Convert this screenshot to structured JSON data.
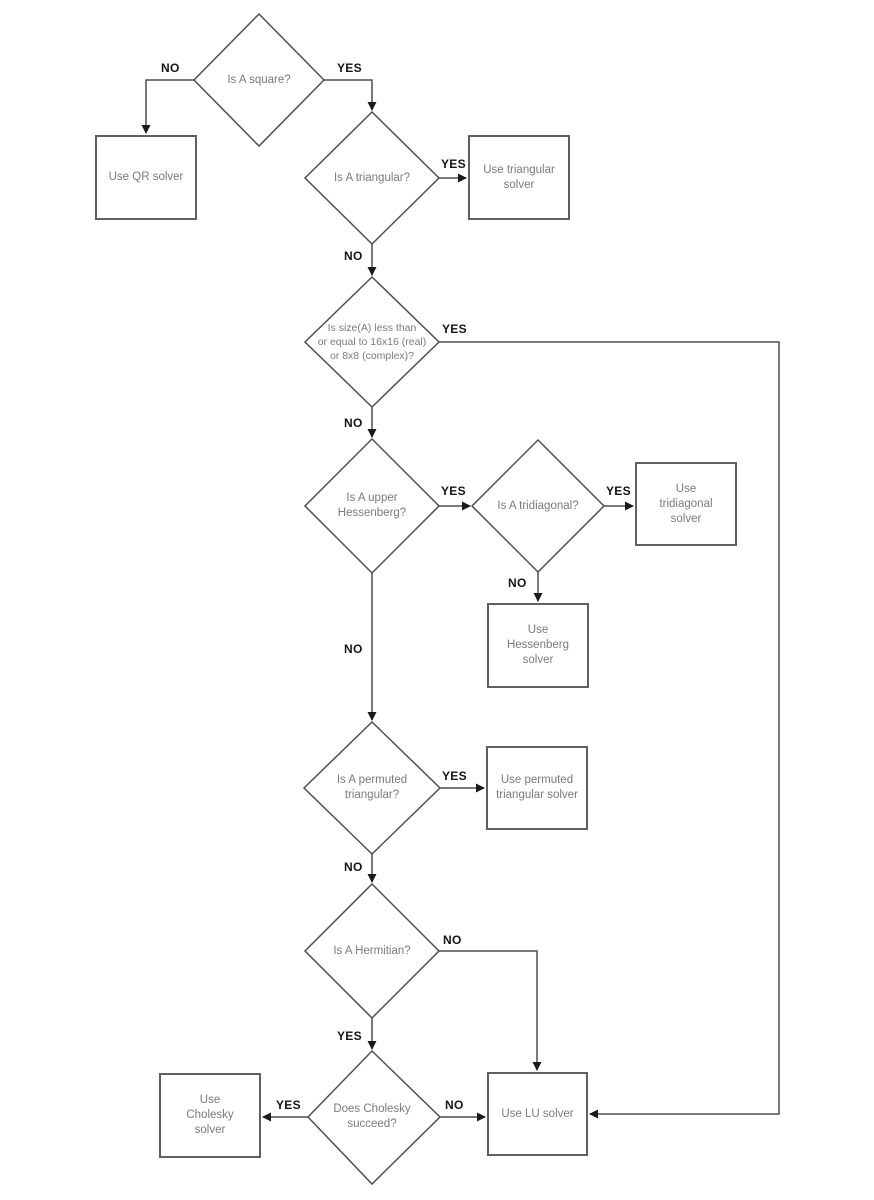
{
  "labels": {
    "yes": "YES",
    "no": "NO"
  },
  "nodes": {
    "q_square": "Is A square?",
    "q_triangular": "Is A triangular?",
    "q_size": [
      "Is size(A) less than",
      "or equal to 16x16 (real)",
      "or 8x8 (complex)?"
    ],
    "q_hessenberg": [
      "Is A upper",
      "Hessenberg?"
    ],
    "q_tridiagonal": "Is A tridiagonal?",
    "q_permuted": [
      "Is A permuted",
      "triangular?"
    ],
    "q_hermitian": "Is A Hermitian?",
    "q_cholesky": [
      "Does Cholesky",
      "succeed?"
    ],
    "use_qr": "Use QR solver",
    "use_triangular": [
      "Use triangular",
      "solver"
    ],
    "use_tridiagonal": [
      "Use",
      "tridiagonal",
      "solver"
    ],
    "use_hessenberg": [
      "Use",
      "Hessenberg",
      "solver"
    ],
    "use_permuted": [
      "Use permuted",
      "triangular solver"
    ],
    "use_cholesky": [
      "Use",
      "Cholesky",
      "solver"
    ],
    "use_lu": "Use LU solver"
  },
  "edges": [
    {
      "from": "q_square",
      "label": "NO",
      "to": "use_qr"
    },
    {
      "from": "q_square",
      "label": "YES",
      "to": "q_triangular"
    },
    {
      "from": "q_triangular",
      "label": "YES",
      "to": "use_triangular"
    },
    {
      "from": "q_triangular",
      "label": "NO",
      "to": "q_size"
    },
    {
      "from": "q_size",
      "label": "YES",
      "to": "use_lu"
    },
    {
      "from": "q_size",
      "label": "NO",
      "to": "q_hessenberg"
    },
    {
      "from": "q_hessenberg",
      "label": "YES",
      "to": "q_tridiagonal"
    },
    {
      "from": "q_hessenberg",
      "label": "NO",
      "to": "q_permuted"
    },
    {
      "from": "q_tridiagonal",
      "label": "YES",
      "to": "use_tridiagonal"
    },
    {
      "from": "q_tridiagonal",
      "label": "NO",
      "to": "use_hessenberg"
    },
    {
      "from": "q_permuted",
      "label": "YES",
      "to": "use_permuted"
    },
    {
      "from": "q_permuted",
      "label": "NO",
      "to": "q_hermitian"
    },
    {
      "from": "q_hermitian",
      "label": "NO",
      "to": "use_lu"
    },
    {
      "from": "q_hermitian",
      "label": "YES",
      "to": "q_cholesky"
    },
    {
      "from": "q_cholesky",
      "label": "YES",
      "to": "use_cholesky"
    },
    {
      "from": "q_cholesky",
      "label": "NO",
      "to": "use_lu"
    }
  ],
  "colors": {
    "background": "#ffffff",
    "line": "#4f4f4f",
    "shape_border": "#5f5f5f",
    "shape_text": "#7b7b7b",
    "edge_label_text": "#151515",
    "arrowhead": "#1a1a1a"
  }
}
